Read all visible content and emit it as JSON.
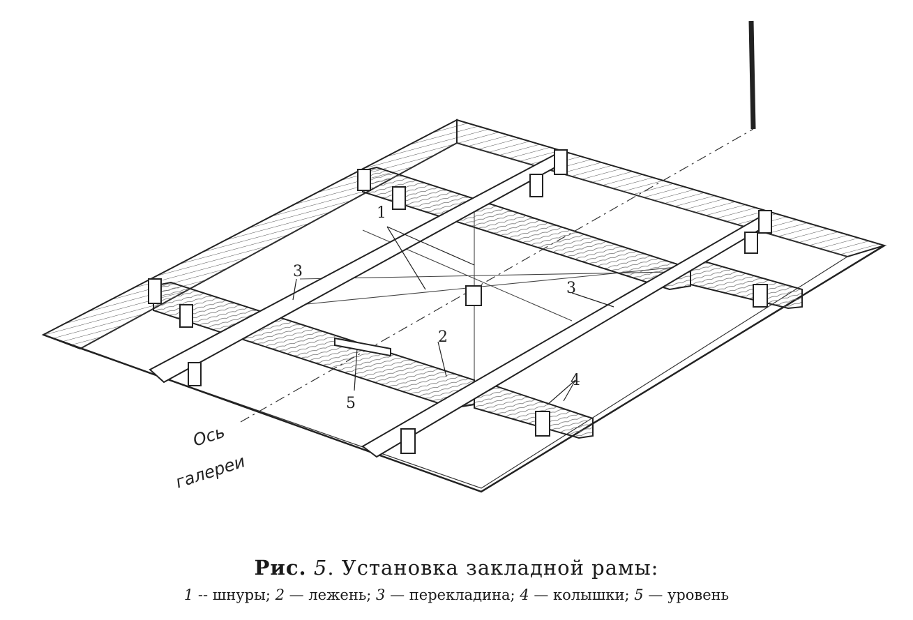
{
  "figure": {
    "labels": {
      "strings": "1",
      "lezhen": "2",
      "crossbar_left": "3",
      "crossbar_right": "3",
      "pegs": "4",
      "level": "5"
    },
    "axis_label_1": "Ось",
    "axis_label_2": "галереи"
  },
  "caption": {
    "fig_word": "Рис.",
    "fig_num": "5",
    "title": ". Установка закладной рамы:",
    "legend": [
      {
        "num": "1",
        "text": "-- шнуры;"
      },
      {
        "num": "2",
        "text": "— лежень;"
      },
      {
        "num": "3",
        "text": "— перекладина;"
      },
      {
        "num": "4",
        "text": "— колышки;"
      },
      {
        "num": "5",
        "text": "— уровень"
      }
    ]
  }
}
